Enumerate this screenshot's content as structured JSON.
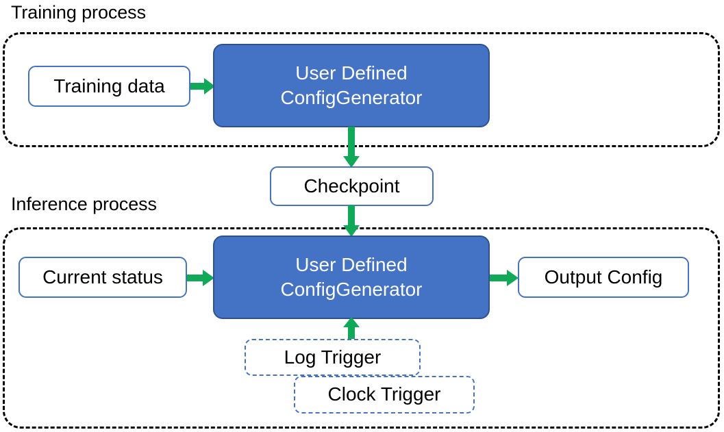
{
  "diagram": {
    "title_training": "Training process",
    "title_inference": "Inference process",
    "colors": {
      "process_fill": "#4472C4",
      "process_border": "#2F528F",
      "node_border": "#4472C4",
      "arrow": "#0FA958",
      "group_border": "#000000",
      "text_dark": "#000000",
      "text_light": "#FFFFFF",
      "background": "#FFFFFF"
    },
    "nodes": {
      "training_data": "Training data",
      "process_training_line1": "User Defined",
      "process_training_line2": "ConfigGenerator",
      "checkpoint": "Checkpoint",
      "current_status": "Current status",
      "process_inference_line1": "User Defined",
      "process_inference_line2": "ConfigGenerator",
      "output_config": "Output Config",
      "log_trigger": "Log Trigger",
      "clock_trigger": "Clock Trigger"
    },
    "edges": [
      {
        "name": "training-data-to-process",
        "from": "Training data",
        "to": "User Defined ConfigGenerator",
        "direction": "right"
      },
      {
        "name": "process-to-checkpoint",
        "from": "User Defined ConfigGenerator",
        "to": "Checkpoint",
        "direction": "down"
      },
      {
        "name": "checkpoint-to-process",
        "from": "Checkpoint",
        "to": "User Defined ConfigGenerator",
        "direction": "down"
      },
      {
        "name": "current-status-to-process",
        "from": "Current status",
        "to": "User Defined ConfigGenerator",
        "direction": "right"
      },
      {
        "name": "process-to-output-config",
        "from": "User Defined ConfigGenerator",
        "to": "Output Config",
        "direction": "right"
      },
      {
        "name": "triggers-to-process",
        "from": "Log Trigger / Clock Trigger",
        "to": "User Defined ConfigGenerator",
        "direction": "up"
      }
    ]
  }
}
